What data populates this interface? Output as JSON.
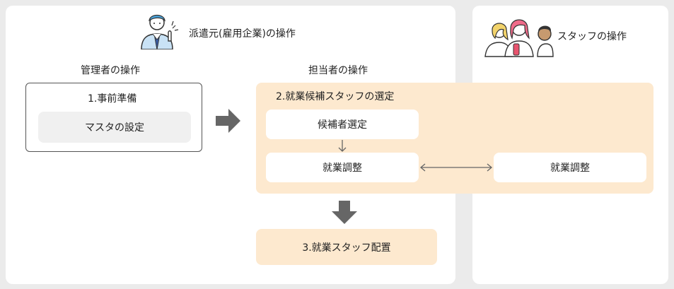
{
  "dispatcher": {
    "title": "派遣元(雇用企業)の操作",
    "admin_label": "管理者の操作",
    "person_label": "担当者の操作"
  },
  "staff": {
    "title": "スタッフの操作"
  },
  "step1": {
    "title": "1.事前準備",
    "item": "マスタの設定"
  },
  "step2": {
    "title": "2.就業候補スタッフの選定",
    "item_select": "候補者選定",
    "item_adjust": "就業調整"
  },
  "staff_adjust": "就業調整",
  "step3": {
    "title": "3.就業スタッフ配置"
  },
  "colors": {
    "peach": "#fde9cf",
    "arrow": "#666666",
    "panel_bg": "#ebebeb"
  },
  "icons": [
    "businessman-pointing-icon",
    "staff-group-icon",
    "right-arrow-icon",
    "down-arrow-icon",
    "small-down-arrow-icon",
    "double-arrow-icon"
  ]
}
